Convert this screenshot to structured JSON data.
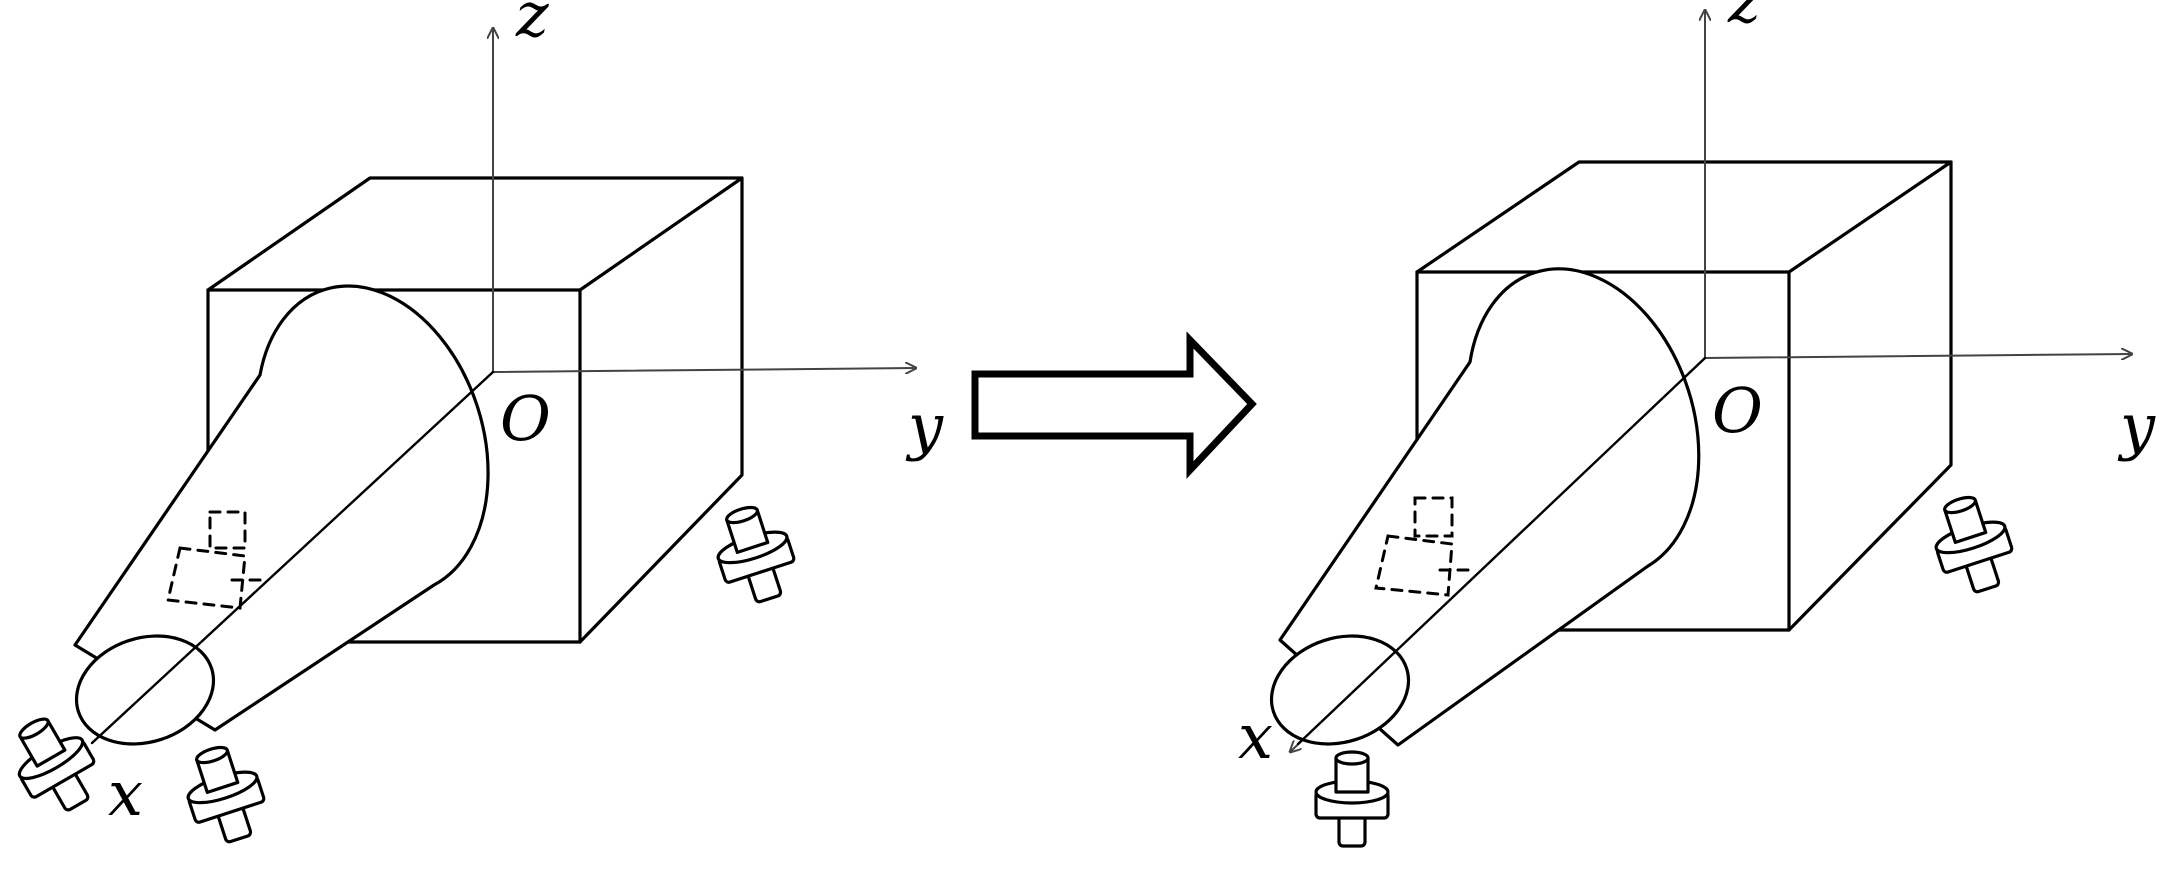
{
  "left_panel": {
    "axis_labels": {
      "z": "z",
      "y": "y",
      "x": "x",
      "origin": "O"
    }
  },
  "right_panel": {
    "axis_labels": {
      "z": "z",
      "y": "y",
      "x": "x",
      "origin": "O"
    }
  },
  "colors": {
    "line": "#000000",
    "axis": "#444444",
    "background": "#ffffff"
  },
  "icons": {
    "transition": "right-arrow-icon"
  }
}
